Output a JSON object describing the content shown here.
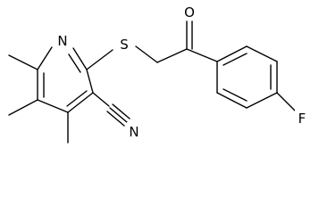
{
  "structure": {
    "atoms": {
      "nitrogen_ring": "N",
      "sulfur": "S",
      "oxygen": "O",
      "nitrile_nitrogen": "N",
      "fluorine": "F"
    }
  },
  "colors": {
    "bond": "#000000",
    "label": "#000000",
    "background": "#ffffff"
  }
}
